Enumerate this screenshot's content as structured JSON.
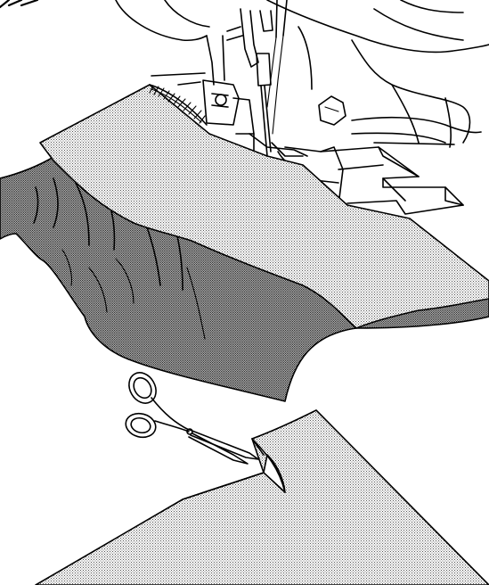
{
  "figure": {
    "subject": "overlock-sewing-illustration",
    "palette": {
      "ink": "#000000",
      "paper": "#ffffff",
      "light_fabric": "#c8c8c8",
      "dark_fabric": "#8a8a8a"
    },
    "parts": [
      {
        "key": "machine",
        "icon": "sewing-machine-icon"
      },
      {
        "key": "presser_foot",
        "icon": "presser-foot-icon"
      },
      {
        "key": "needle",
        "icon": "needle-icon"
      },
      {
        "key": "gathered_fabric",
        "icon": "gathered-fabric-icon"
      },
      {
        "key": "flat_fabric",
        "icon": "flat-fabric-icon"
      },
      {
        "key": "seam_stitching",
        "icon": "overlock-stitch-icon"
      },
      {
        "key": "scissors",
        "icon": "scissors-icon"
      },
      {
        "key": "cut_fabric",
        "icon": "fabric-sheet-icon"
      }
    ]
  }
}
